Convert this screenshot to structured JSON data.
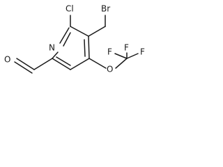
{
  "molecule": {
    "atoms": {
      "bromine": "Br",
      "chlorine": "Cl",
      "nitrogen": "N",
      "aldehyde_oxygen": "O",
      "ether_oxygen": "O",
      "fluorine_top": "F",
      "fluorine_left": "F",
      "fluorine_right": "F"
    }
  },
  "colors": {
    "ink": "#1a1a1a",
    "background": "#ffffff"
  }
}
